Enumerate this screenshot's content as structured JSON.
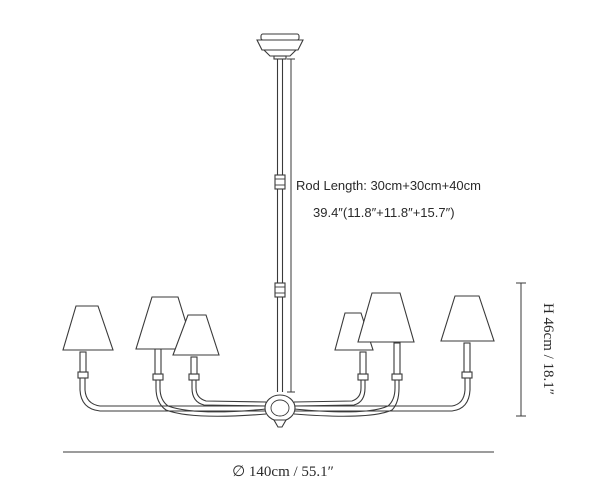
{
  "dimensions": {
    "rod_length_metric": "Rod Length: 30cm+30cm+40cm",
    "rod_length_imperial": "39.4″(11.8″+11.8″+15.7″)",
    "diameter": "∅ 140cm / 55.1″",
    "height": "H 46cm / 18.1″"
  },
  "product": {
    "type": "chandelier",
    "arms": 6
  }
}
